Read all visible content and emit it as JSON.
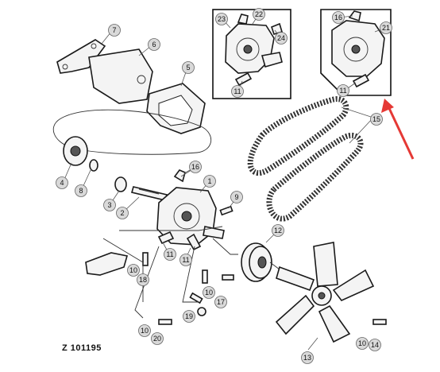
{
  "diagram": {
    "reference_code": "Z 101195",
    "callout_numbers": {
      "c7": "7",
      "c6": "6",
      "c5": "5",
      "c4": "4",
      "c8": "8",
      "c3": "3",
      "c2": "2",
      "c16a": "16",
      "c1": "1",
      "c9": "9",
      "c11a": "11",
      "c11b": "11",
      "c10a": "10",
      "c18": "18",
      "c10b": "10",
      "c17": "17",
      "c19": "19",
      "c10c": "10",
      "c20": "20",
      "c12": "12",
      "c13": "13",
      "c10d": "10",
      "c14": "14",
      "c15": "15",
      "c23": "23",
      "c22": "22",
      "c24": "24",
      "c11c": "11",
      "c16b": "16",
      "c21": "21",
      "c11d": "11"
    },
    "colors": {
      "line": "#222222",
      "callout_fill": "#d9d9d9",
      "arrow": "#e53935"
    }
  }
}
